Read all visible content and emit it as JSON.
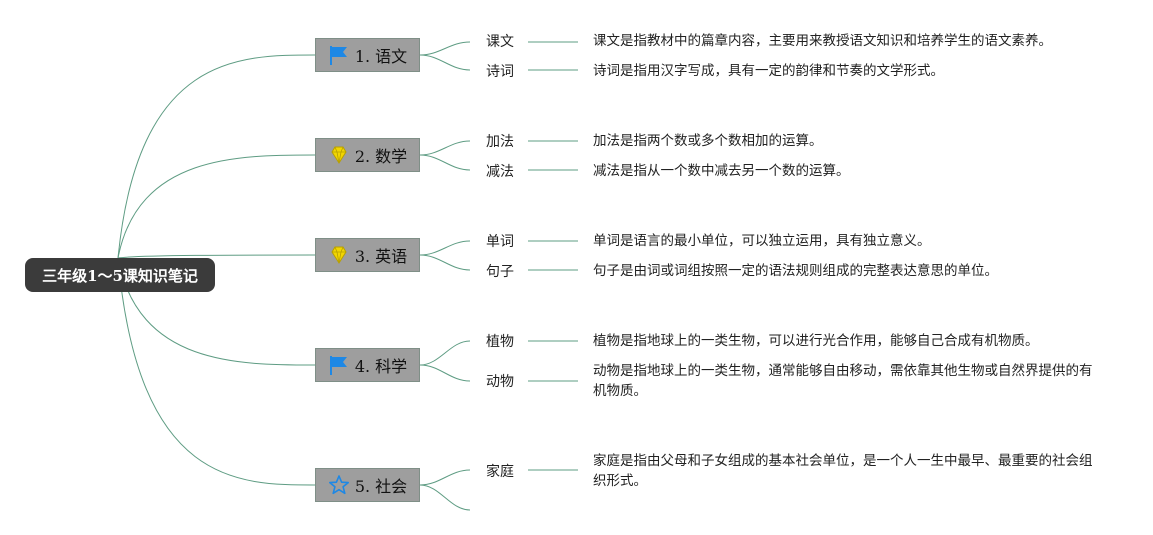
{
  "root": {
    "title": "三年级1～5课知识笔记"
  },
  "colors": {
    "line": "#5e9c83",
    "root_bg": "#3b3b3b",
    "branch_bg": "#9e9e9e",
    "flag": "#1e88e5",
    "diamond": "#f2d600",
    "star": "#1e88e5"
  },
  "branches": [
    {
      "label": "1. 语文",
      "icon": "flag-icon",
      "topics": [
        {
          "label": "课文",
          "desc": "课文是指教材中的篇章内容，主要用来教授语文知识和培养学生的语文素养。"
        },
        {
          "label": "诗词",
          "desc": "诗词是指用汉字写成，具有一定的韵律和节奏的文学形式。"
        }
      ]
    },
    {
      "label": "2. 数学",
      "icon": "diamond-icon",
      "topics": [
        {
          "label": "加法",
          "desc": "加法是指两个数或多个数相加的运算。"
        },
        {
          "label": "减法",
          "desc": "减法是指从一个数中减去另一个数的运算。"
        }
      ]
    },
    {
      "label": "3. 英语",
      "icon": "diamond-icon",
      "topics": [
        {
          "label": "单词",
          "desc": "单词是语言的最小单位，可以独立运用，具有独立意义。"
        },
        {
          "label": "句子",
          "desc": "句子是由词或词组按照一定的语法规则组成的完整表达意思的单位。"
        }
      ]
    },
    {
      "label": "4. 科学",
      "icon": "flag-icon",
      "topics": [
        {
          "label": "植物",
          "desc": "植物是指地球上的一类生物，可以进行光合作用，能够自己合成有机物质。"
        },
        {
          "label": "动物",
          "desc": "动物是指地球上的一类生物，通常能够自由移动，需依靠其他生物或自然界提供的有机物质。"
        }
      ]
    },
    {
      "label": "5. 社会",
      "icon": "star-icon",
      "topics": [
        {
          "label": "家庭",
          "desc": "家庭是指由父母和子女组成的基本社会单位，是一个人一生中最早、最重要的社会组织形式。"
        },
        {
          "label": "",
          "desc": ""
        }
      ]
    }
  ]
}
